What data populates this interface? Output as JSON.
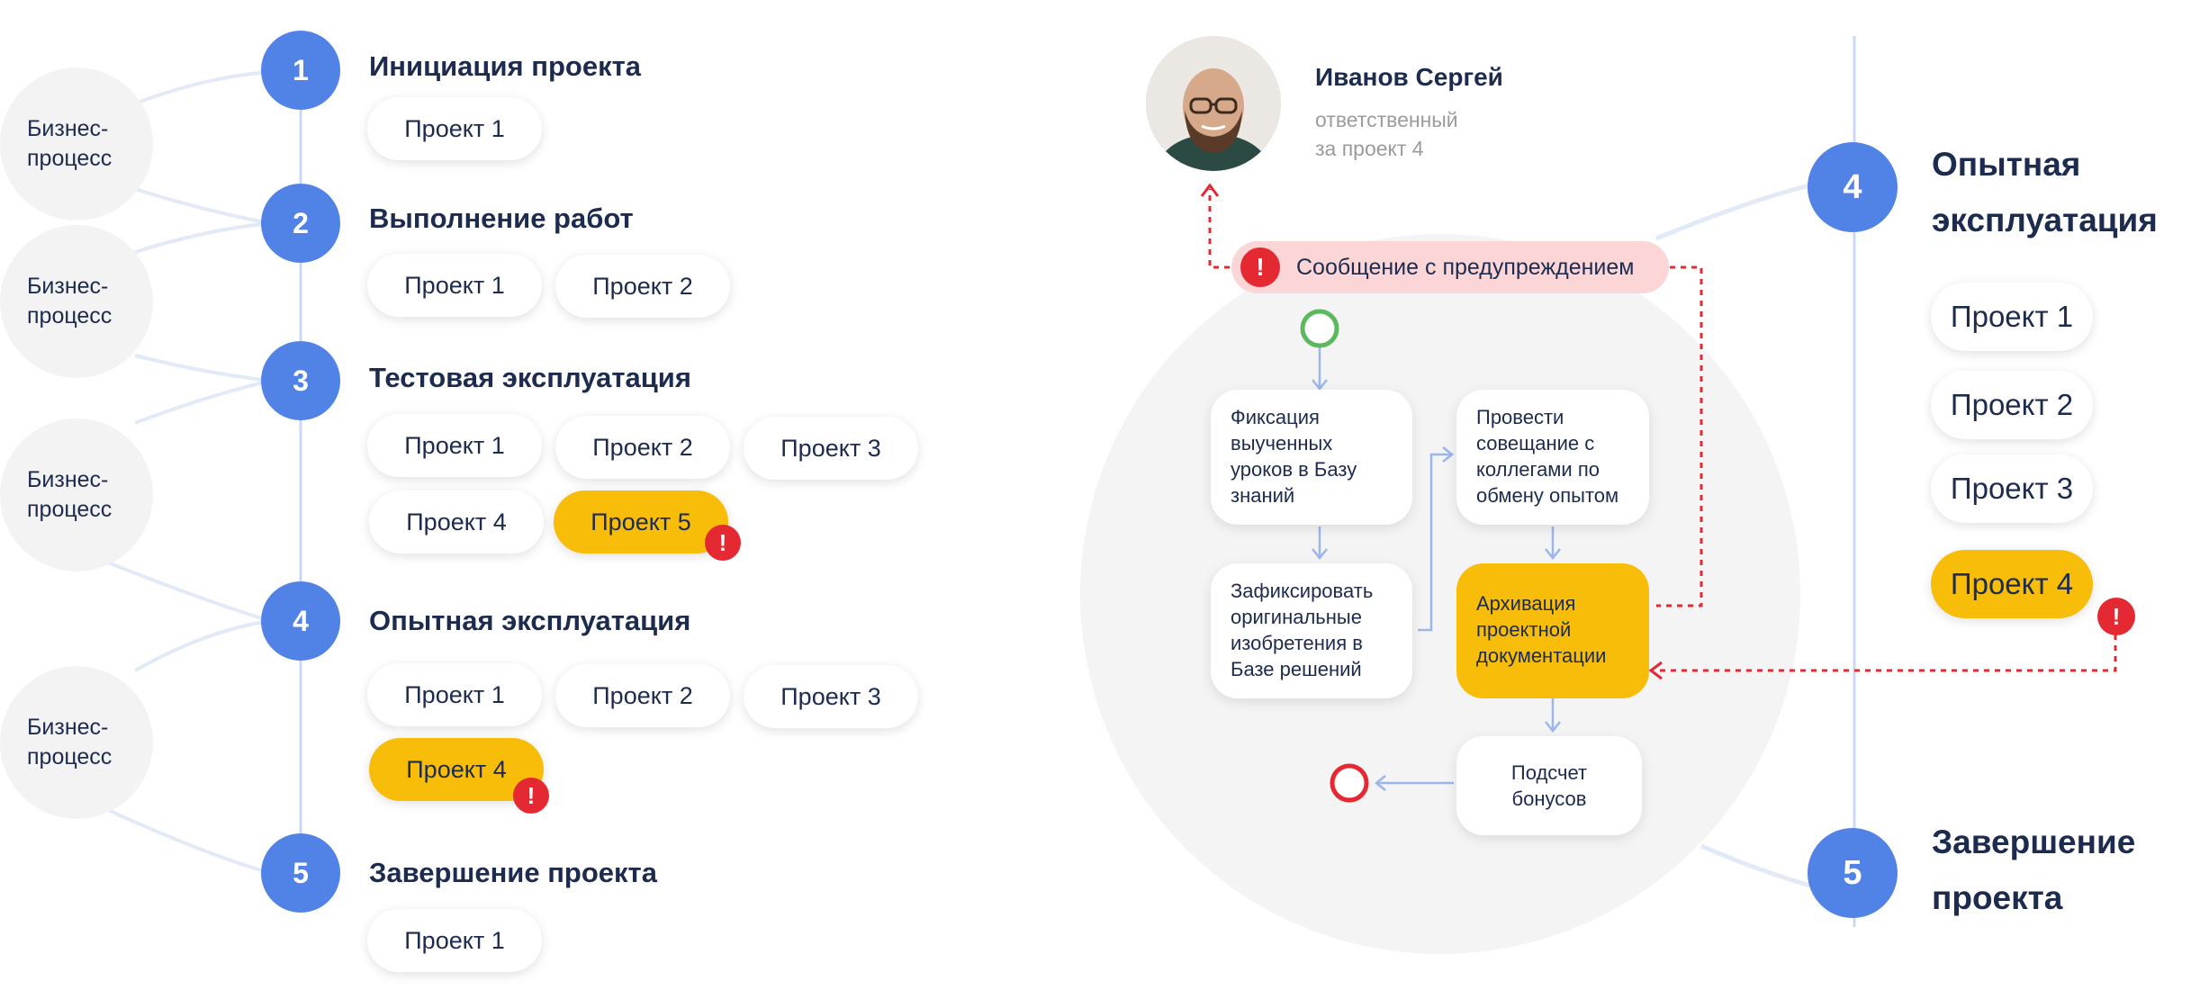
{
  "left": {
    "business_process_label": "Бизнес-\nпроцесс",
    "stages": [
      {
        "num": "1",
        "title": "Инициация проекта"
      },
      {
        "num": "2",
        "title": "Выполнение работ"
      },
      {
        "num": "3",
        "title": "Тестовая эксплуатация"
      },
      {
        "num": "4",
        "title": "Опытная эксплуатация"
      },
      {
        "num": "5",
        "title": "Завершение проекта"
      }
    ],
    "projects": {
      "p1": "Проект 1",
      "p2": "Проект 2",
      "p3": "Проект 3",
      "p4": "Проект 4",
      "p5": "Проект 5"
    },
    "alert_glyph": "!"
  },
  "person": {
    "name": "Иванов Сергей",
    "role_line1": "ответственный",
    "role_line2": "за проект 4"
  },
  "warning_message": "Сообщение с предупреждением",
  "process_boxes": {
    "b1": "Фиксация выученных уроков в Базу знаний",
    "b2": "Зафиксировать оригинальные изобретения в Базе решений",
    "b3": "Провести совещание с коллегами по обмену опытом",
    "b4": "Архивация проектной документации",
    "b5": "Подсчет бонусов"
  },
  "right": {
    "stage4": {
      "num": "4",
      "title_line1": "Опытная",
      "title_line2": "эксплуатация"
    },
    "stage5": {
      "num": "5",
      "title_line1": "Завершение",
      "title_line2": "проекта"
    },
    "projects": [
      "Проект 1",
      "Проект 2",
      "Проект 3",
      "Проект 4"
    ]
  },
  "colors": {
    "node_blue": "#5183e6",
    "warning_yellow": "#f8bd09",
    "alert_red": "#e52932",
    "start_green": "#5bb85d",
    "end_red": "#e52932"
  }
}
